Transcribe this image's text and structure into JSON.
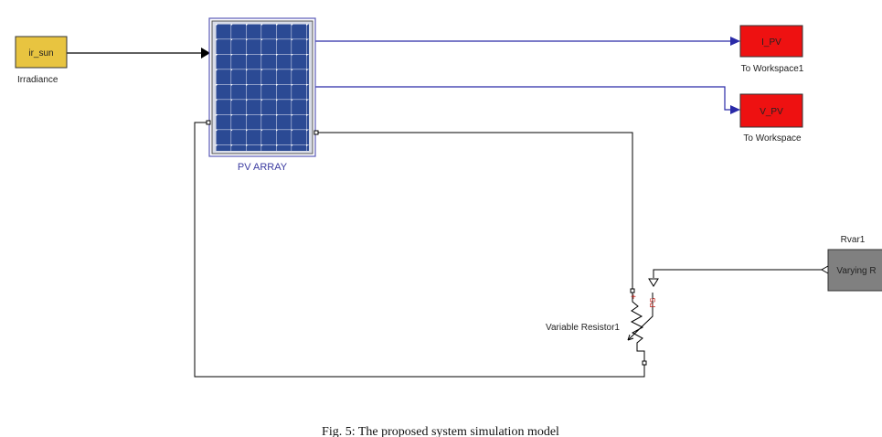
{
  "blocks": {
    "irradiance": {
      "text": "ir_sun",
      "label": "Irradiance",
      "color": "#e8c440"
    },
    "pv_array": {
      "label": "PV ARRAY",
      "label_color": "#3a3aa0"
    },
    "i_pv": {
      "text": "I_PV",
      "label": "To Workspace1",
      "color": "#ee1111"
    },
    "v_pv": {
      "text": "V_PV",
      "label": "To Workspace",
      "color": "#ee1111"
    },
    "rvar": {
      "text": "Varying R",
      "label": "Rvar1",
      "color": "#808080"
    },
    "resistor": {
      "label": "Variable Resistor1",
      "port_plus": "+",
      "port_ps": "PS"
    }
  },
  "caption": "Fig. 5: The proposed system simulation model"
}
